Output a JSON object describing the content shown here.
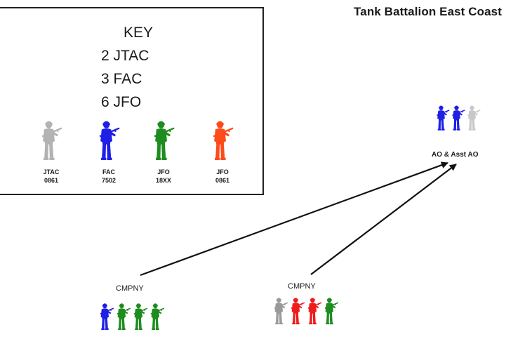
{
  "title": "Tank Battalion East Coast",
  "key": {
    "title": "KEY",
    "lines": [
      "2 JTAC",
      "3 FAC",
      "6 JFO"
    ],
    "legend": [
      {
        "label": "JTAC",
        "code": "0861",
        "color": "#b3b3b3",
        "icon": "gray-soldier-icon"
      },
      {
        "label": "FAC",
        "code": "7502",
        "color": "#1f1fe6",
        "icon": "blue-soldier-icon"
      },
      {
        "label": "JFO",
        "code": "18XX",
        "color": "#1e8c1e",
        "icon": "green-soldier-icon"
      },
      {
        "label": "JFO",
        "code": "0861",
        "color": "#ff4a1a",
        "icon": "orange-soldier-icon"
      }
    ]
  },
  "hq": {
    "label": "AO & Asst AO",
    "soldiers": [
      "#1f1fe6",
      "#1f1fe6",
      "#c8c8c8"
    ]
  },
  "companies": [
    {
      "label": "CMPNY",
      "soldiers": [
        "#1f1fe6",
        "#1e8c1e",
        "#1e8c1e",
        "#1e8c1e"
      ]
    },
    {
      "label": "CMPNY",
      "soldiers": [
        "#999999",
        "#ee1c1c",
        "#ee1c1c",
        "#1e8c1e"
      ]
    }
  ],
  "colors": {
    "line": "#111111",
    "border": "#222222"
  }
}
